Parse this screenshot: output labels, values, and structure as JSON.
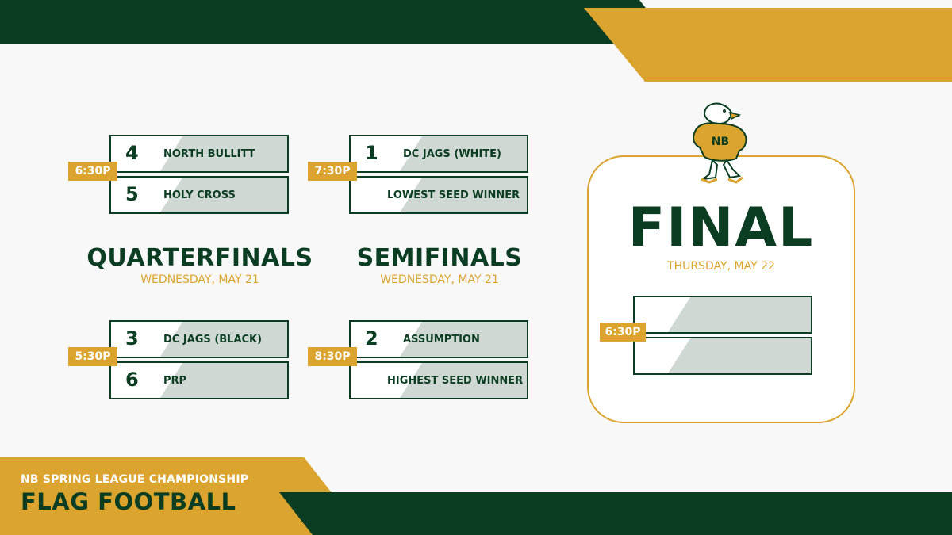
{
  "event": {
    "league": "NB SPRING LEAGUE CHAMPIONSHIP",
    "sport": "FLAG FOOTBALL"
  },
  "quarterfinals": {
    "title": "QUARTERFINALS",
    "date": "WEDNESDAY, MAY 21",
    "games": [
      {
        "time": "6:30P",
        "teams": [
          {
            "seed": "4",
            "name": "NORTH BULLITT"
          },
          {
            "seed": "5",
            "name": "HOLY CROSS"
          }
        ]
      },
      {
        "time": "5:30P",
        "teams": [
          {
            "seed": "3",
            "name": "DC JAGS (BLACK)"
          },
          {
            "seed": "6",
            "name": "PRP"
          }
        ]
      }
    ]
  },
  "semifinals": {
    "title": "SEMIFINALS",
    "date": "WEDNESDAY, MAY 21",
    "games": [
      {
        "time": "7:30P",
        "teams": [
          {
            "seed": "1",
            "name": "DC JAGS (WHITE)"
          },
          {
            "seed": "",
            "name": "LOWEST SEED WINNER"
          }
        ]
      },
      {
        "time": "8:30P",
        "teams": [
          {
            "seed": "2",
            "name": "ASSUMPTION"
          },
          {
            "seed": "",
            "name": "HIGHEST SEED WINNER"
          }
        ]
      }
    ]
  },
  "final": {
    "title": "FINAL",
    "date": "THURSDAY, MAY 22",
    "time": "6:30P"
  },
  "mascot": {
    "icon": "eagle-mascot-icon",
    "letters": "NB"
  },
  "colors": {
    "green": "#0a3d22",
    "gold": "#dba42e",
    "slot_shade": "#cfd8d2"
  }
}
